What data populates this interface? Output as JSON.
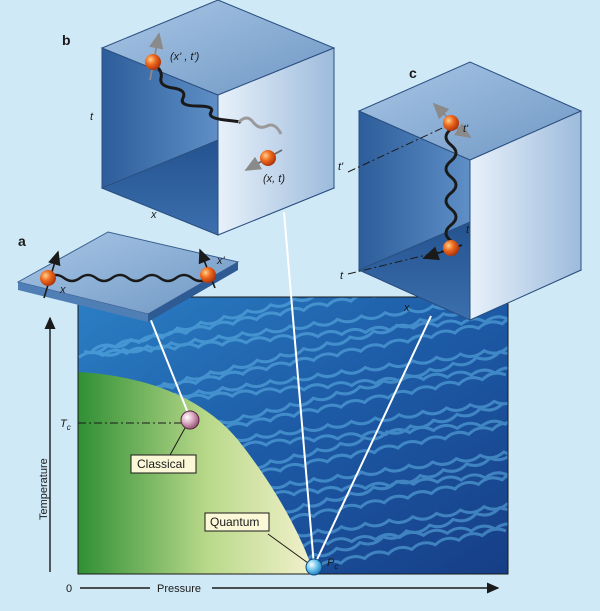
{
  "panels": {
    "a": "a",
    "b": "b",
    "c": "c"
  },
  "axes": {
    "x_label": "Pressure",
    "y_label": "Temperature",
    "origin": "0"
  },
  "markers": {
    "tc": "T",
    "tc_sub": "c",
    "pc": "P",
    "pc_sub": "c"
  },
  "points": {
    "classical": "Classical",
    "quantum": "Quantum"
  },
  "panel_a": {
    "x": "x",
    "x_prime": "x'"
  },
  "panel_b": {
    "t": "t",
    "x": "x",
    "top_point": "(x' , t')",
    "bottom_point": "(x, t)"
  },
  "panel_c": {
    "t_prime_left": "t'",
    "t_left": "t",
    "t_prime": "t'",
    "t_right": "t",
    "x": "x"
  },
  "colors": {
    "background": "#cfe9f7",
    "ordered_phase": "#3a9a3a",
    "disordered_phase": "#1a4f9a",
    "particle": "#e8561c",
    "cube_face": "#5b86b8"
  }
}
